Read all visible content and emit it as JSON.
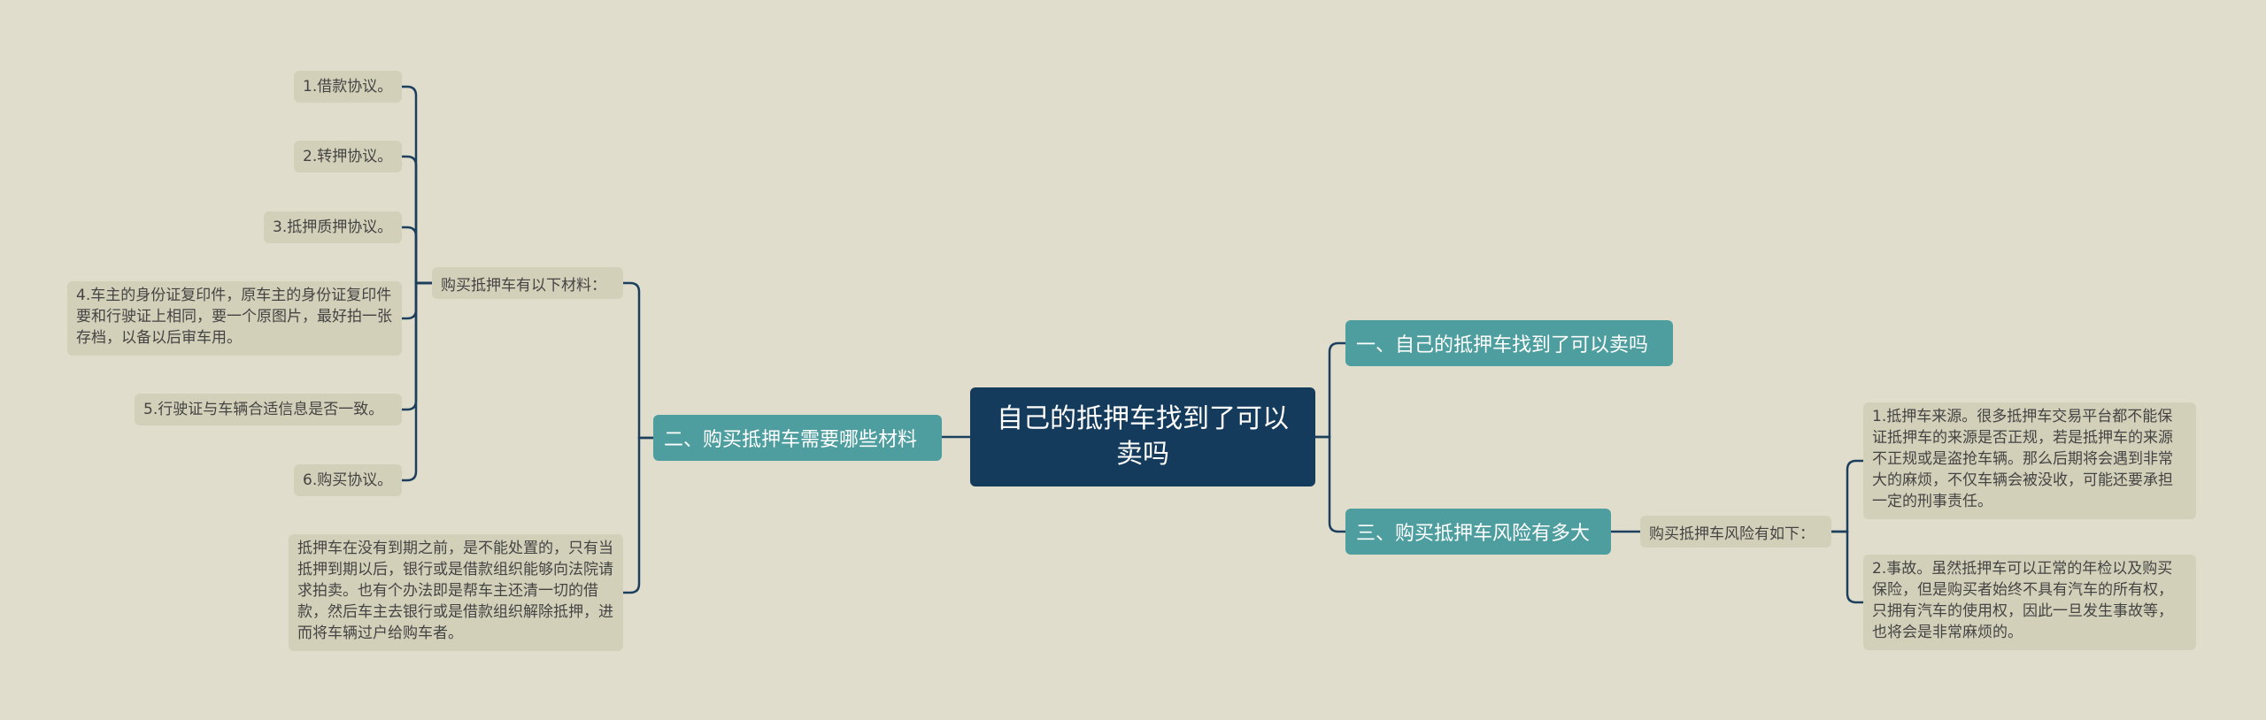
{
  "root": {
    "label": "自己的抵押车找到了可以卖吗"
  },
  "branches": {
    "b1": {
      "label": "一、自己的抵押车找到了可以卖吗"
    },
    "b2": {
      "label": "二、购买抵押车需要哪些材料",
      "summary": "购买抵押车有以下材料：",
      "items": [
        "1.借款协议。",
        "2.转押协议。",
        "3.抵押质押协议。",
        "4.车主的身份证复印件，原车主的身份证复印件要和行驶证上相同，要一个原图片，最好拍一张存档，以备以后审车用。",
        "5.行驶证与车辆合适信息是否一致。",
        "6.购买协议。"
      ],
      "note": "抵押车在没有到期之前，是不能处置的，只有当抵押到期以后，银行或是借款组织能够向法院请求拍卖。也有个办法即是帮车主还清一切的借款，然后车主去银行或是借款组织解除抵押，进而将车辆过户给购车者。"
    },
    "b3": {
      "label": "三、购买抵押车风险有多大",
      "summary": "购买抵押车风险有如下：",
      "items": [
        "1.抵押车来源。很多抵押车交易平台都不能保证抵押车的来源是否正规，若是抵押车的来源不正规或是盗抢车辆。那么后期将会遇到非常大的麻烦，不仅车辆会被没收，可能还要承担一定的刑事责任。",
        "2.事故。虽然抵押车可以正常的年检以及购买保险，但是购买者始终不具有汽车的所有权，只拥有汽车的使用权，因此一旦发生事故等，也将会是非常麻烦的。"
      ]
    }
  },
  "colors": {
    "background": "#e0ddcc",
    "root": "#153b5c",
    "branch": "#4e9ea0",
    "leaf": "#d3d0b9",
    "line": "#1d3f5e"
  }
}
